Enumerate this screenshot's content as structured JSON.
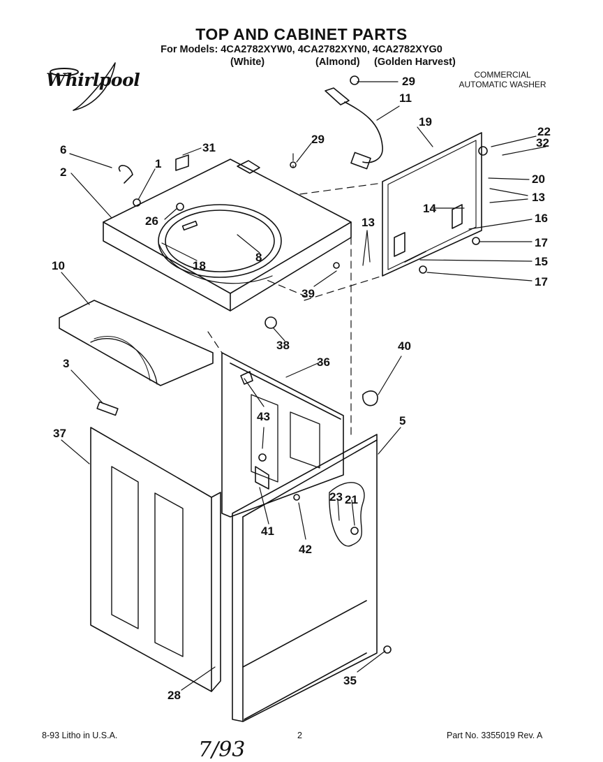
{
  "header": {
    "title": "TOP AND CABINET PARTS",
    "models_line": "For Models: 4CA2782XYW0, 4CA2782XYN0, 4CA2782XYG0",
    "color_white": "(White)",
    "color_almond": "(Almond)",
    "color_golden": "(Golden Harvest)"
  },
  "brand": {
    "logo_text": "Whirlpool"
  },
  "appliance": {
    "line1": "COMMERCIAL",
    "line2": "AUTOMATIC WASHER"
  },
  "callouts": [
    "29",
    "11",
    "19",
    "22",
    "32",
    "20",
    "13",
    "13",
    "14",
    "16",
    "17",
    "15",
    "17",
    "6",
    "31",
    "29",
    "1",
    "2",
    "26",
    "8",
    "18",
    "13",
    "39",
    "10",
    "38",
    "3",
    "36",
    "40",
    "43",
    "5",
    "37",
    "23",
    "21",
    "41",
    "42",
    "35",
    "28"
  ],
  "footer": {
    "left": "8-93  Litho in U.S.A.",
    "page": "2",
    "right": "Part No. 3355019 Rev. A",
    "handwritten": "7/93"
  }
}
